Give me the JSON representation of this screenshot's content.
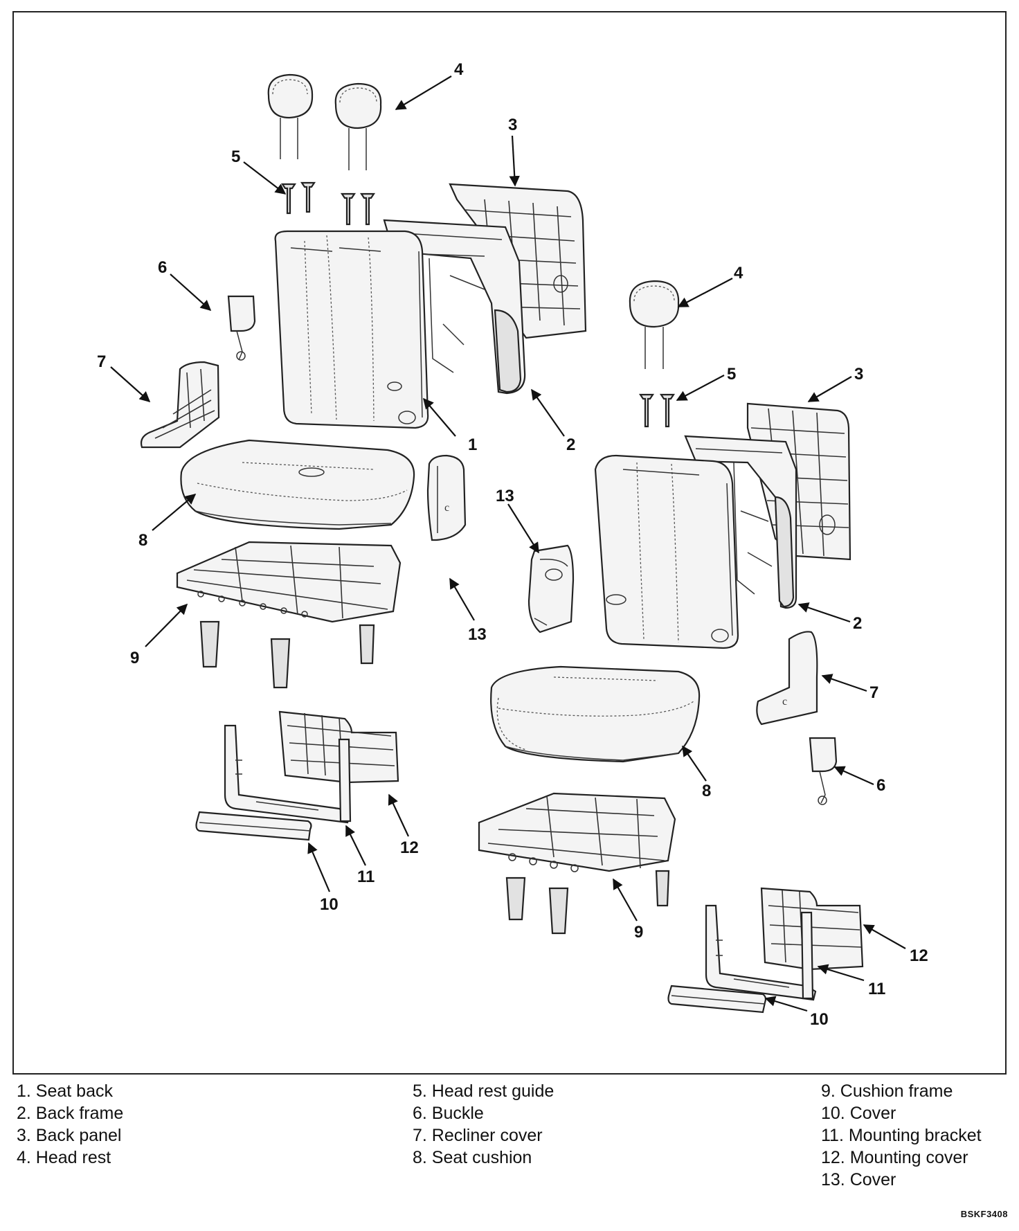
{
  "callouts": {
    "c1": "1",
    "c2a": "2",
    "c2b": "2",
    "c3a": "3",
    "c3b": "3",
    "c4a": "4",
    "c4b": "4",
    "c5a": "5",
    "c5b": "5",
    "c6a": "6",
    "c6b": "6",
    "c7a": "7",
    "c7b": "7",
    "c8a": "8",
    "c8b": "8",
    "c9a": "9",
    "c9b": "9",
    "c10a": "10",
    "c10b": "10",
    "c11a": "11",
    "c11b": "11",
    "c12a": "12",
    "c12b": "12",
    "c13a": "13",
    "c13b": "13"
  },
  "legend": [
    [
      "1. Seat back",
      "2. Back frame",
      "3. Back panel",
      "4. Head rest"
    ],
    [
      "5. Head rest guide",
      "6. Buckle",
      "7. Recliner cover",
      "8. Seat cushion"
    ],
    [
      "9. Cushion frame",
      "10. Cover",
      "11. Mounting bracket",
      "12. Mounting cover",
      "13. Cover"
    ]
  ],
  "figure_code": "BSKF3408"
}
